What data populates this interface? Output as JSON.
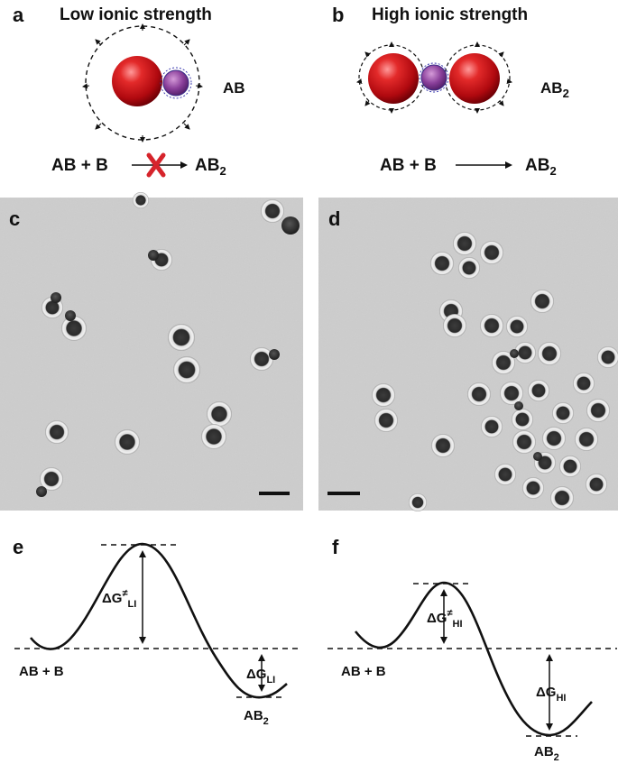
{
  "panels": {
    "a": {
      "letter": "a",
      "title": "Low ionic strength",
      "complex_label": {
        "base": "AB",
        "sub": ""
      },
      "reaction": {
        "left": "AB + B",
        "right_base": "AB",
        "right_sub": "2",
        "blocked": true
      }
    },
    "b": {
      "letter": "b",
      "title": "High ionic strength",
      "complex_label": {
        "base": "AB",
        "sub": "2"
      },
      "reaction": {
        "left": "AB + B",
        "right_base": "AB",
        "right_sub": "2",
        "blocked": false
      }
    },
    "c": {
      "letter": "c"
    },
    "d": {
      "letter": "d"
    },
    "e": {
      "letter": "e",
      "reactant_label": "AB + B",
      "product_label": {
        "base": "AB",
        "sub": "2"
      },
      "barrier_label": {
        "sym": "ΔG",
        "sup": "≠",
        "sub": "LI"
      },
      "dg_label": {
        "sym": "ΔG",
        "sub": "LI"
      }
    },
    "f": {
      "letter": "f",
      "reactant_label": "AB + B",
      "product_label": {
        "base": "AB",
        "sub": "2"
      },
      "barrier_label": {
        "sym": "ΔG",
        "sup": "≠",
        "sub": "HI"
      },
      "dg_label": {
        "sym": "ΔG",
        "sub": "HI"
      }
    }
  },
  "colors": {
    "particle_red": "#d0121b",
    "small_particle": "#6a4fa8",
    "micrograph_bg": "#cdcdcd",
    "blocked_x": "#d6242b"
  }
}
